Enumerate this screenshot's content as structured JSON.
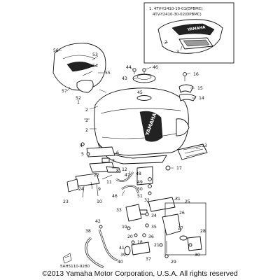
{
  "inset": {
    "line1": "1. 4TV-Y2410-10-01(DPBMC)",
    "line2": "4TV-Y2410-30-02(DPBMC)",
    "brand": "YAMAHA"
  },
  "tank_brand": "YAMAHA",
  "inset_callouts": [
    "2",
    "3"
  ],
  "callouts": [
    "1",
    "2",
    "2",
    "2",
    "2",
    "4",
    "5",
    "6",
    "7",
    "8",
    "9",
    "10",
    "11",
    "12",
    "13",
    "14",
    "15",
    "16",
    "17",
    "18",
    "19",
    "20",
    "21",
    "22",
    "23",
    "24",
    "25",
    "26",
    "27",
    "28",
    "29",
    "30",
    "31",
    "32",
    "33",
    "34",
    "35",
    "36",
    "37",
    "38",
    "39",
    "40",
    "41",
    "42",
    "43",
    "44",
    "45",
    "46",
    "47",
    "48",
    "49",
    "50",
    "51",
    "52",
    "53",
    "54",
    "55",
    "56",
    "57"
  ],
  "figure_code": "5AH5110-9280",
  "copyright": "©2013 Yamaha Motor Corporation, U.S.A. All rights reserved"
}
